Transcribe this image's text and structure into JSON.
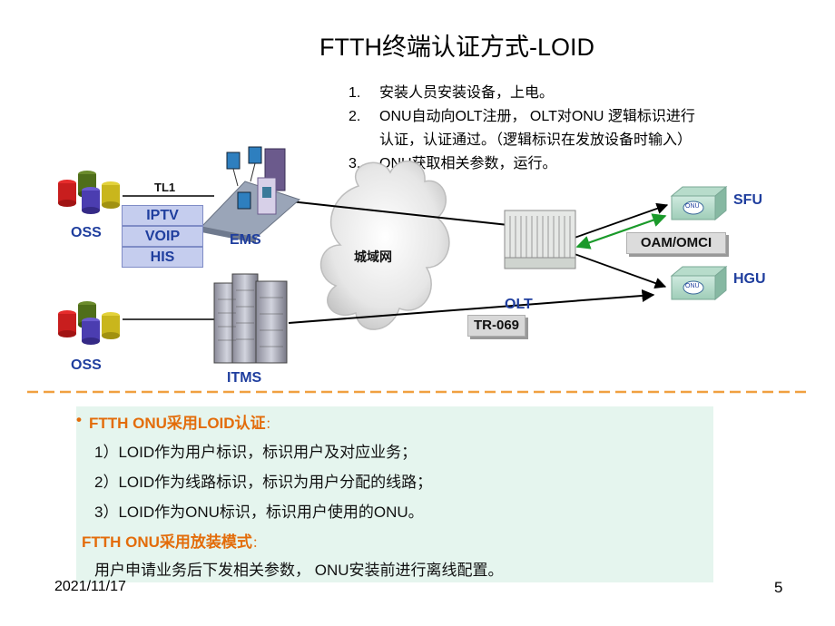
{
  "title": "FTTH终端认证方式-LOID",
  "steps": [
    {
      "num": "1.",
      "lines": [
        "安装人员安装设备，上电。"
      ]
    },
    {
      "num": "2.",
      "lines": [
        "ONU自动向OLT注册，  OLT对ONU 逻辑标识进行",
        "认证，认证通过。（逻辑标识在发放设备时输入）"
      ]
    },
    {
      "num": "3.",
      "lines": [
        "ONU获取相关参数，运行。"
      ]
    }
  ],
  "diagram": {
    "oss_top": "OSS",
    "oss_bottom": "OSS",
    "tl1": "TL1",
    "services": [
      "IPTV",
      "VOIP",
      "HIS"
    ],
    "ems": "EMS",
    "itms": "ITMS",
    "metro": "城域网",
    "olt": "OLT",
    "tr069": "TR-069",
    "oam": "OAM/OMCI",
    "sfu": "SFU",
    "hgu": "HGU",
    "onu_chip": "ONU"
  },
  "colors": {
    "label_blue": "#1f3e9e",
    "heading_orange": "#e36c0a",
    "panel_green": "#e5f5ee",
    "dashed_orange": "#f0a040",
    "link_green": "#1a9a2a"
  },
  "bottom": {
    "heading1": "FTTH ONU采用LOID认证",
    "heading1_suffix": "：",
    "items": [
      "1）LOID作为用户标识，标识用户及对应业务；",
      "2）LOID作为线路标识，标识为用户分配的线路；",
      "3）LOID作为ONU标识，标识用户使用的ONU。"
    ],
    "heading2": "FTTH ONU采用放装模式",
    "heading2_suffix": "：",
    "note": "用户申请业务后下发相关参数，  ONU安装前进行离线配置。"
  },
  "footer": {
    "date": "2021/11/17",
    "page": "5"
  }
}
